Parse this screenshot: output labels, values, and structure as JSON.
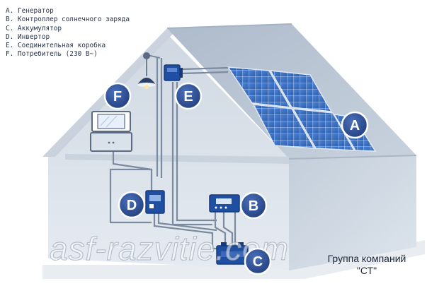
{
  "legend": [
    "A. Генератор",
    "B. Контроллер солнечного заряда",
    "C. Аккумулятор",
    "D. Инвертор",
    "E. Соединительная коробка",
    "F. Потребитель (230 В~)"
  ],
  "badges": {
    "a": "A",
    "b": "B",
    "c": "C",
    "d": "D",
    "e": "E",
    "f": "F"
  },
  "caption": {
    "line1": "Группа компаний",
    "line2": "\"СТ\""
  },
  "watermark": "asf-razvitie.com",
  "colors": {
    "badge_fill": "#2c4f9a",
    "house_front": "#dbe2ea",
    "roof": "#b9c5d2",
    "equipment": "#1f4fa3",
    "panel": "#3d72c4",
    "wire": "#7c8aa0"
  }
}
